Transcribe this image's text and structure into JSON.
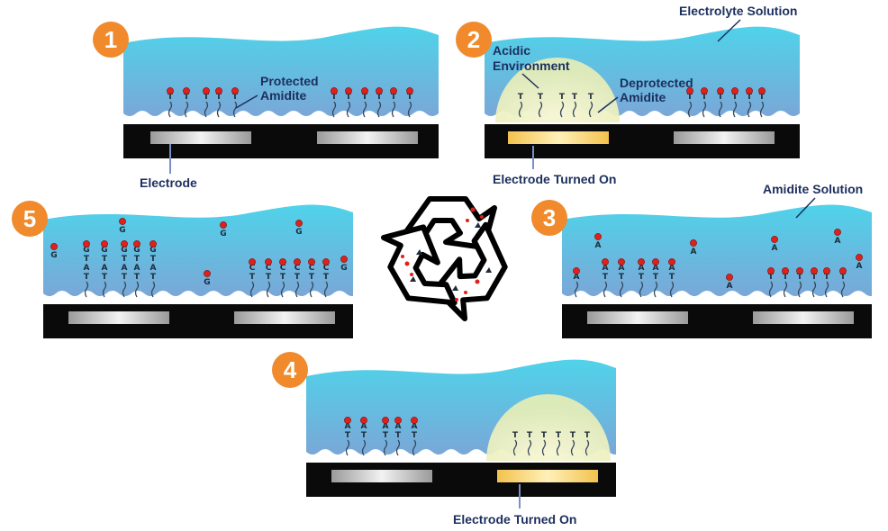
{
  "labels": {
    "protected_amidite": [
      "Protected",
      "Amidite"
    ],
    "electrode": "Electrode",
    "acidic_environment": [
      "Acidic",
      "Environment"
    ],
    "deprotected_amidite": [
      "Deprotected",
      "Amidite"
    ],
    "electrolyte_solution": "Electrolyte Solution",
    "electrode_turned_on_2": "Electrode Turned On",
    "amidite_solution": "Amidite Solution",
    "electrode_turned_on_4": "Electrode Turned On"
  },
  "steps": [
    "1",
    "2",
    "3",
    "4",
    "5"
  ],
  "bases": {
    "T": "T",
    "A": "A",
    "G": "G",
    "C": "C"
  },
  "colors": {
    "badge": "#f08a2c",
    "water_top": "#4fd3ea",
    "water_bottom": "#7aa7d7",
    "substrate": "#0a0a0a",
    "electrode_off": "#cfcfcf",
    "electrode_on": "#fbd875",
    "acid_glow": "#f1f1c4",
    "protect_bead": "#e0201b",
    "label": "#1c2f5e"
  },
  "icons": [
    "recycle-icon"
  ]
}
